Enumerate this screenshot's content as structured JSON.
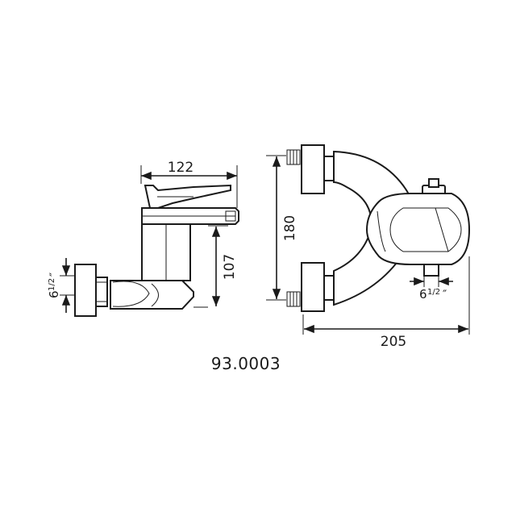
{
  "model_code": "93.0003",
  "dimensions": {
    "side_width": "122",
    "side_height": "107",
    "front_height": "180",
    "front_width": "205"
  },
  "thread_left": {
    "whole": "6",
    "frac": "1/2",
    "mark": "″"
  },
  "thread_right": {
    "whole": "6",
    "frac": "1/2",
    "mark": "″"
  }
}
